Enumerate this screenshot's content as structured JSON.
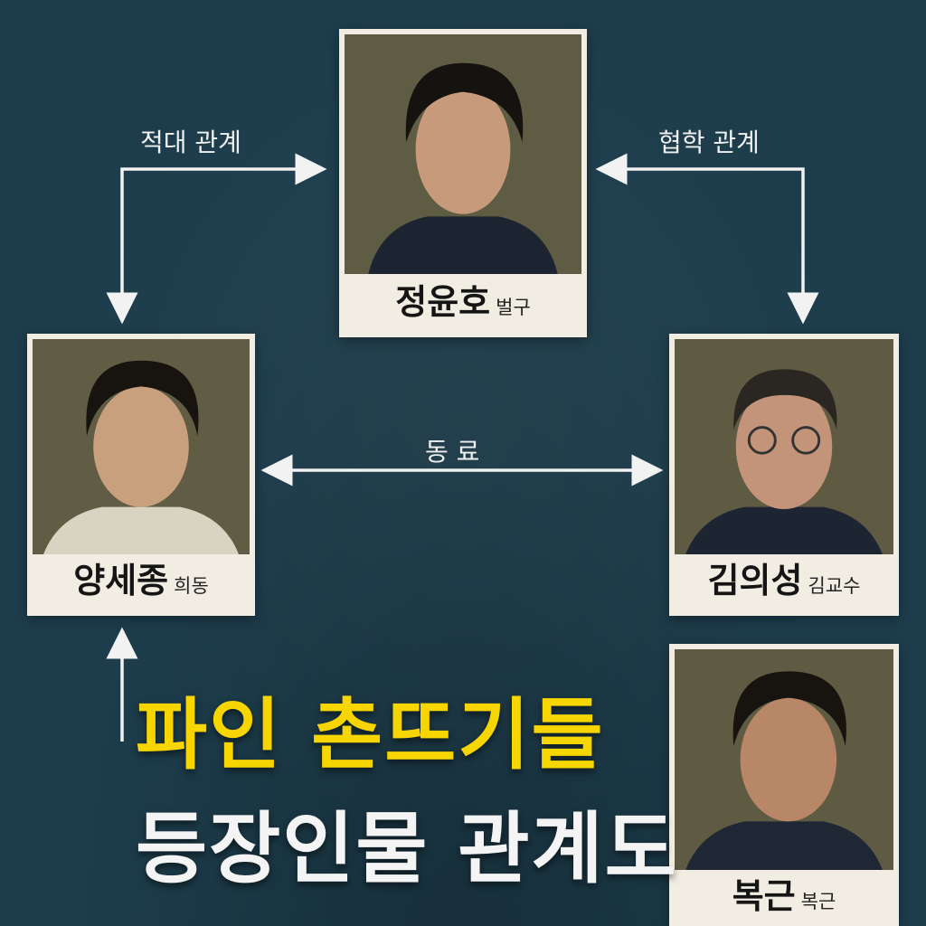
{
  "title": {
    "line1": "파인 촌뜨기들",
    "line2": "등장인물 관계도"
  },
  "characters": [
    {
      "id": "top",
      "name": "정윤호",
      "role": "벌구"
    },
    {
      "id": "left",
      "name": "양세종",
      "role": "희동"
    },
    {
      "id": "right",
      "name": "김의성",
      "role": "김교수"
    },
    {
      "id": "bottom",
      "name": "복근",
      "role": "복근"
    }
  ],
  "relations": {
    "hostile": "적대 관계",
    "cooperative": "협학 관계",
    "colleague": "동 료"
  },
  "colors": {
    "background": "#1d3d4c",
    "title_accent": "#f7d500",
    "card": "#f1ede3",
    "arrow": "#f2f2f2"
  }
}
